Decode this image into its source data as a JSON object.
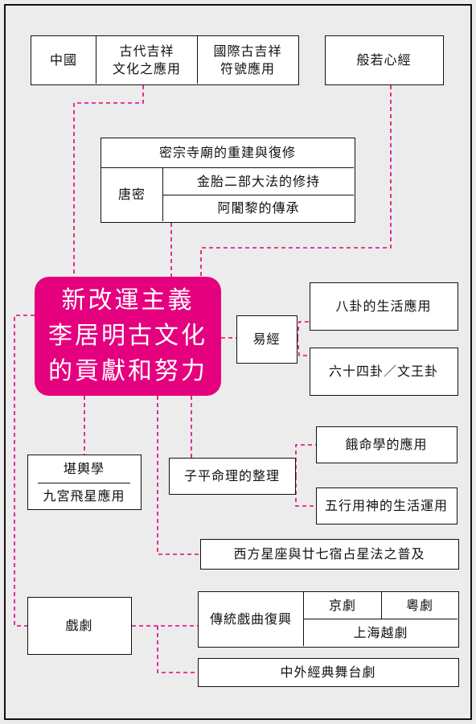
{
  "center": {
    "lines": [
      "新改運主義",
      "李居明古文化",
      "的貢獻和努力"
    ],
    "color": "#e5007e"
  },
  "connector_color": "#e5007e",
  "top_box": {
    "china": "中國",
    "ancient_line1": "古代吉祥",
    "ancient_line2": "文化之應用",
    "intl_line1": "國際古吉祥",
    "intl_line2": "符號應用"
  },
  "heart_sutra": "般若心經",
  "tang": {
    "temple": "密宗寺廟的重建與復修",
    "label": "唐密",
    "item1": "金胎二部大法的修持",
    "item2": "阿闍黎的傳承"
  },
  "yijing": {
    "label": "易經",
    "item1": "八卦的生活應用",
    "item2": "六十四卦／文王卦"
  },
  "kanyu": {
    "label": "堪輿學",
    "item": "九宮飛星應用"
  },
  "ziping": {
    "label": "子平命理的整理",
    "item1": "餓命學的應用",
    "item2": "五行用神的生活運用"
  },
  "astro": "西方星座與廿七宿占星法之普及",
  "opera": {
    "label": "戲劇",
    "traditional": "傳統戲曲復興",
    "jingju": "京劇",
    "yueju": "粵劇",
    "shanghai": "上海越劇",
    "stage": "中外經典舞台劇"
  }
}
